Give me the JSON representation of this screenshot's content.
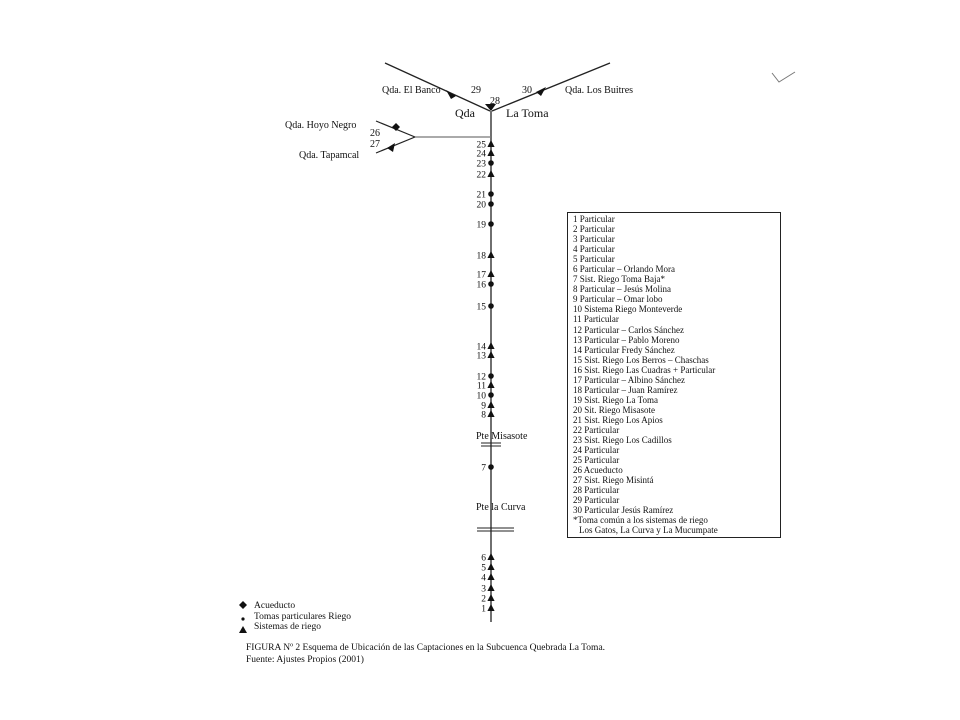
{
  "top": {
    "left_stream": "Qda. El Banco",
    "right_stream": "Qda. Los Buitres",
    "main_left": "Qda",
    "main_right": "La Toma",
    "n29": "29",
    "n30": "30",
    "n28": "28"
  },
  "side": {
    "hoyo": "Qda. Hoyo Negro",
    "tapamcal": "Qda. Tapamcal",
    "n26": "26",
    "n27": "27"
  },
  "bridges": {
    "misasote": "Pte Misasote",
    "curva": "Pte la Curva"
  },
  "points": [
    {
      "n": "25",
      "s": "triangle"
    },
    {
      "n": "24",
      "s": "triangle"
    },
    {
      "n": "23",
      "s": "circle"
    },
    {
      "n": "22",
      "s": "triangle"
    },
    {
      "n": "21",
      "s": "circle"
    },
    {
      "n": "20",
      "s": "circle"
    },
    {
      "n": "19",
      "s": "circle"
    },
    {
      "n": "18",
      "s": "triangle"
    },
    {
      "n": "17",
      "s": "triangle"
    },
    {
      "n": "16",
      "s": "circle"
    },
    {
      "n": "15",
      "s": "circle"
    },
    {
      "n": "14",
      "s": "triangle"
    },
    {
      "n": "13",
      "s": "triangle"
    },
    {
      "n": "12",
      "s": "circle"
    },
    {
      "n": "11",
      "s": "triangle"
    },
    {
      "n": "10",
      "s": "circle"
    },
    {
      "n": "9",
      "s": "triangle"
    },
    {
      "n": "8",
      "s": "triangle"
    },
    {
      "n": "7",
      "s": "circle"
    },
    {
      "n": "6",
      "s": "triangle"
    },
    {
      "n": "5",
      "s": "triangle"
    },
    {
      "n": "4",
      "s": "triangle"
    },
    {
      "n": "3",
      "s": "triangle"
    },
    {
      "n": "2",
      "s": "triangle"
    },
    {
      "n": "1",
      "s": "triangle"
    }
  ],
  "legend": [
    "1 Particular",
    "2 Particular",
    "3 Particular",
    "4 Particular",
    "5 Particular",
    "6 Particular – Orlando Mora",
    "7 Sist. Riego Toma Baja*",
    "8 Particular – Jesús Molina",
    "9 Particular – Omar lobo",
    "10 Sistema Riego Monteverde",
    "11 Particular",
    "12 Particular – Carlos Sánchez",
    "13 Particular – Pablo Moreno",
    "14 Particular Fredy Sánchez",
    "15 Sist. Riego Los Berros – Chaschas",
    "16 Sist. Riego Las Cuadras + Particular",
    "17 Particular – Albino Sánchez",
    "18 Particular – Juan Ramírez",
    "19 Sist. Riego La Toma",
    "20 Sit. Riego Misasote",
    "21 Sist. Riego Los Apios",
    "22 Particular",
    "23 Sist. Riego Los Cadillos",
    "24 Particular",
    "25 Particular",
    "26 Acueducto",
    "27 Sist. Riego Misintá",
    "28 Particular",
    "29 Particular",
    "30 Particular Jesús Ramírez",
    "*Toma común a los sistemas de riego",
    "Los Gatos, La Curva y La Mucumpate"
  ],
  "key": {
    "acueducto": "Acueducto",
    "tomas": "Tomas particulares Riego",
    "sistemas": "Sistemas de riego"
  },
  "caption": {
    "line1": "FIGURA Nº 2   Esquema de Ubicación  de las Captaciones en la Subcuenca Quebrada La Toma.",
    "line2": "Fuente: Ajustes Propios  (2001)"
  }
}
